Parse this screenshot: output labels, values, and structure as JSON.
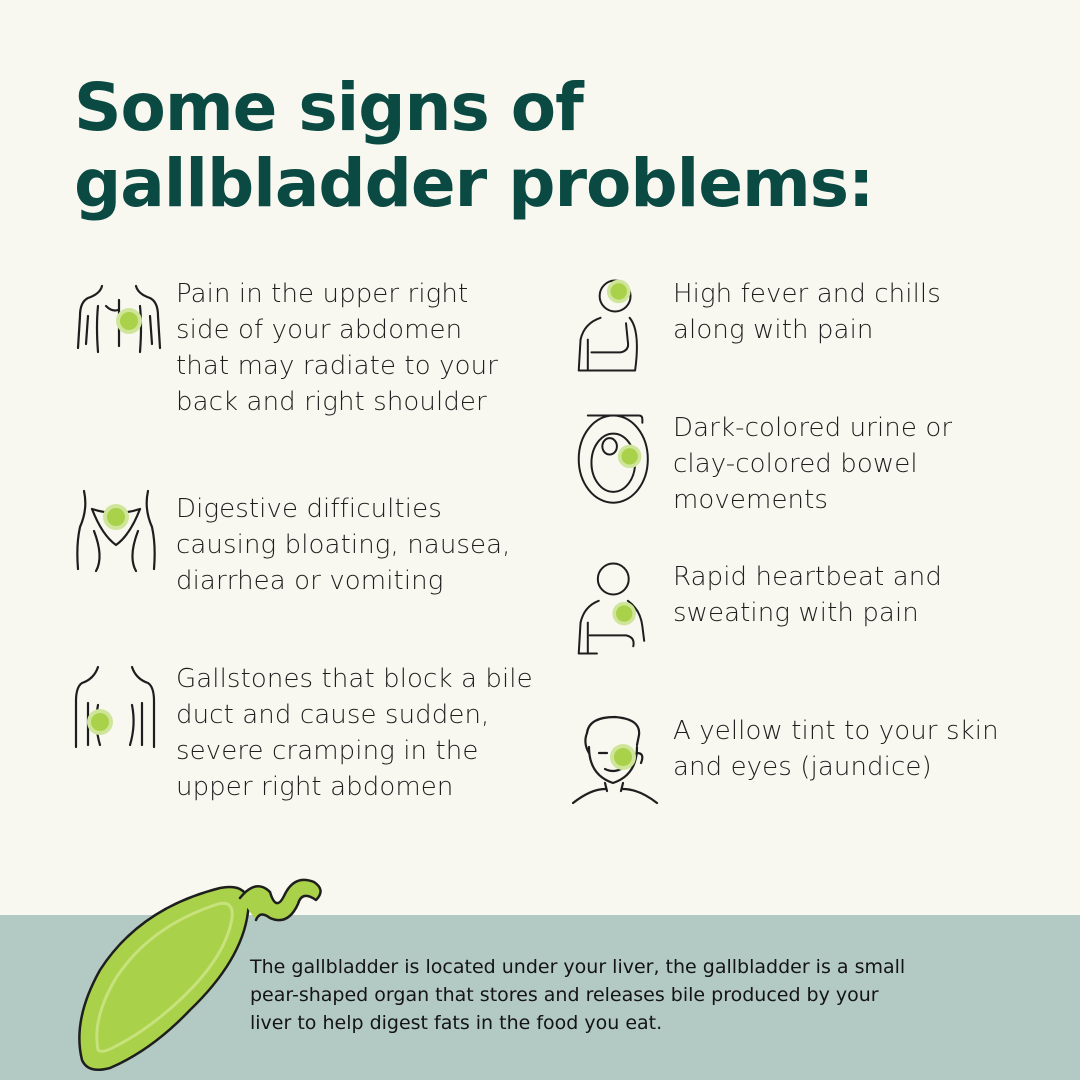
{
  "title": {
    "line1": "Some signs of",
    "line2": "gallbladder problems:"
  },
  "left_items": [
    {
      "icon": "upper-back-icon",
      "lines": [
        "Pain in the upper right",
        "side of your abdomen",
        "that may radiate to your",
        "back and right shoulder"
      ]
    },
    {
      "icon": "lower-abdomen-icon",
      "lines": [
        "Digestive difficulties",
        "causing bloating, nausea,",
        "diarrhea or vomiting"
      ]
    },
    {
      "icon": "torso-icon",
      "lines": [
        "Gallstones that block a bile",
        "duct and cause sudden,",
        "severe cramping in the",
        "upper right abdomen"
      ]
    }
  ],
  "right_items": [
    {
      "icon": "thinking-person-icon",
      "lines": [
        "High fever and chills",
        "along with pain"
      ]
    },
    {
      "icon": "toilet-icon",
      "lines": [
        "Dark-colored urine or",
        "clay-colored bowel",
        "movements"
      ]
    },
    {
      "icon": "person-chest-icon",
      "lines": [
        "Rapid heartbeat and",
        "sweating with pain"
      ]
    },
    {
      "icon": "face-icon",
      "lines": [
        "A yellow tint to your skin",
        "and eyes (jaundice)"
      ]
    }
  ],
  "footer": {
    "icon": "gallbladder-icon",
    "lines": [
      "The gallbladder is located under your liver, the gallbladder is a small",
      "pear-shaped organ that stores and releases bile produced by your",
      "liver to help digest fats in the food you eat."
    ]
  },
  "colors": {
    "background": "#f8f8f1",
    "title": "#0a4a42",
    "accent_green": "#a9d14a",
    "footer_band": "#b3c9c3",
    "outline": "#1e1e1e"
  }
}
